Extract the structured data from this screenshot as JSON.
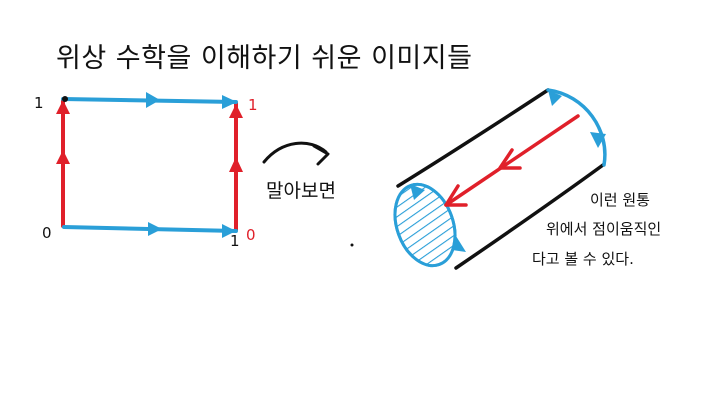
{
  "title": "위상 수학을 이해하기 쉬운 이미지들",
  "square": {
    "label_top_left": "1",
    "label_top_right": "1",
    "label_bottom_left": "0",
    "label_bottom_right_black": "1",
    "label_bottom_right_red": "0"
  },
  "roll_caption": "말아보면",
  "cylinder_note": {
    "line1": "이런 원통",
    "line2": "위에서 점이움직인",
    "line3": "다고 볼 수 있다."
  },
  "colors": {
    "red": "#e0202a",
    "blue": "#2a9fd8",
    "ink": "#111111"
  }
}
